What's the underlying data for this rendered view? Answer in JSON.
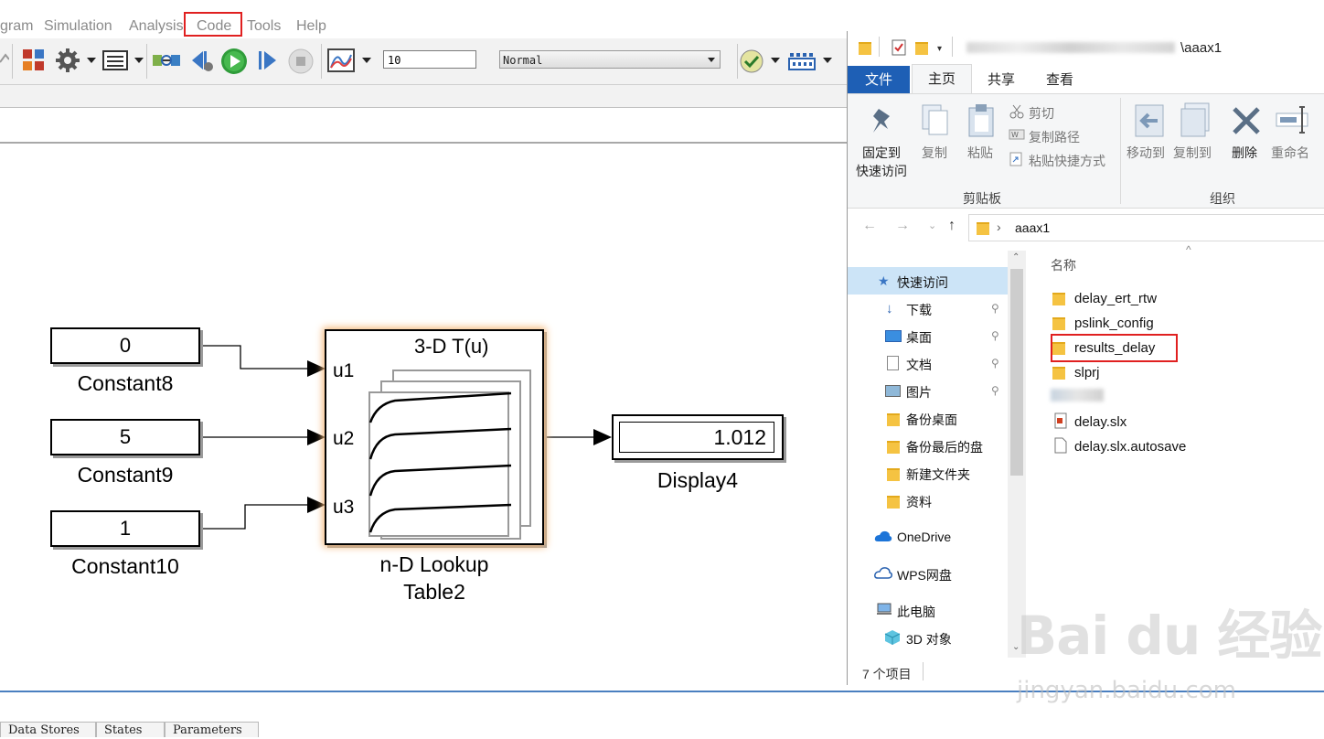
{
  "simulink": {
    "menu": [
      "gram",
      "Simulation",
      "Analysis",
      "Code",
      "Tools",
      "Help"
    ],
    "stop_time": "10",
    "sim_mode": "Normal"
  },
  "model": {
    "constants": [
      {
        "value": "0",
        "label": "Constant8"
      },
      {
        "value": "5",
        "label": "Constant9"
      },
      {
        "value": "1",
        "label": "Constant10"
      }
    ],
    "lookup": {
      "title": "3-D T(u)",
      "ports": [
        "u1",
        "u2",
        "u3"
      ],
      "label_line1": "n-D Lookup",
      "label_line2": "Table2"
    },
    "display": {
      "value": "1.012",
      "label": "Display4"
    }
  },
  "bottom_tabs": [
    "Data Stores",
    "States",
    "Parameters"
  ],
  "explorer": {
    "title_path": "\\aaax1",
    "tabs": [
      "文件",
      "主页",
      "共享",
      "查看"
    ],
    "ribbon": {
      "pin_label1": "固定到",
      "pin_label2": "快速访问",
      "copy": "复制",
      "paste": "粘贴",
      "cut": "剪切",
      "copy_path": "复制路径",
      "paste_shortcut": "粘贴快捷方式",
      "clipboard_group": "剪贴板",
      "move_to": "移动到",
      "copy_to": "复制到",
      "delete": "删除",
      "rename": "重命名",
      "organize_group": "组织"
    },
    "breadcrumb": "aaax1",
    "column_name": "名称",
    "nav": [
      "快速访问",
      "下载",
      "桌面",
      "文档",
      "图片",
      "备份桌面",
      "备份最后的盘",
      "新建文件夹",
      "资料",
      "OneDrive",
      "WPS网盘",
      "此电脑",
      "3D 对象"
    ],
    "files": [
      "delay_ert_rtw",
      "pslink_config",
      "results_delay",
      "slprj",
      "delay.slx",
      "delay.slx.autosave"
    ],
    "status": "7 个项目",
    "colors": {
      "highlight": "#e02020",
      "file_tab": "#1e5fb5",
      "nav_selected": "#cce4f7"
    }
  },
  "watermark": {
    "brand": "Bai du 经验",
    "url": "jingyan.baidu.com"
  }
}
